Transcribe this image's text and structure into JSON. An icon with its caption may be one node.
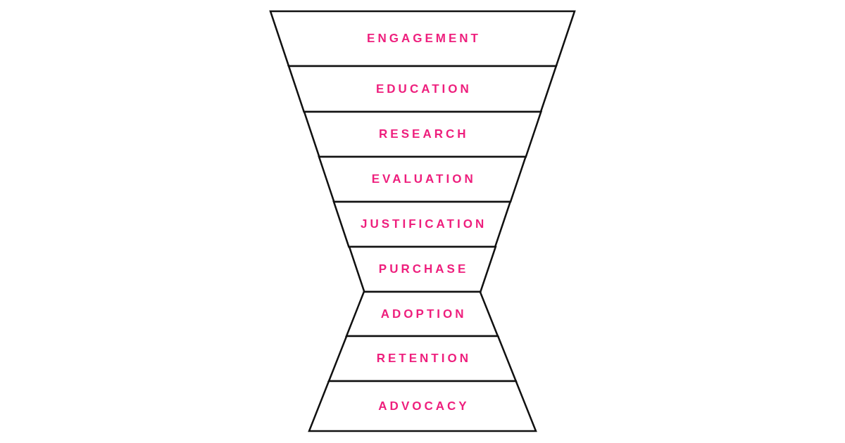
{
  "diagram": {
    "nodes": [
      {
        "text": [
          "ENGAGEMENT"
        ]
      },
      {
        "text": [
          "EDUCATION"
        ]
      },
      {
        "text": [
          "RESEARCH"
        ]
      },
      {
        "text": [
          "EVALUATION"
        ]
      },
      {
        "text": [
          "JUSTIFICATION"
        ]
      },
      {
        "text": [
          "PURCHASE"
        ]
      },
      {
        "text": [
          "ADOPTION"
        ]
      },
      {
        "text": [
          "RETENTION"
        ]
      },
      {
        "text": [
          "ADVOCACY"
        ]
      }
    ]
  }
}
